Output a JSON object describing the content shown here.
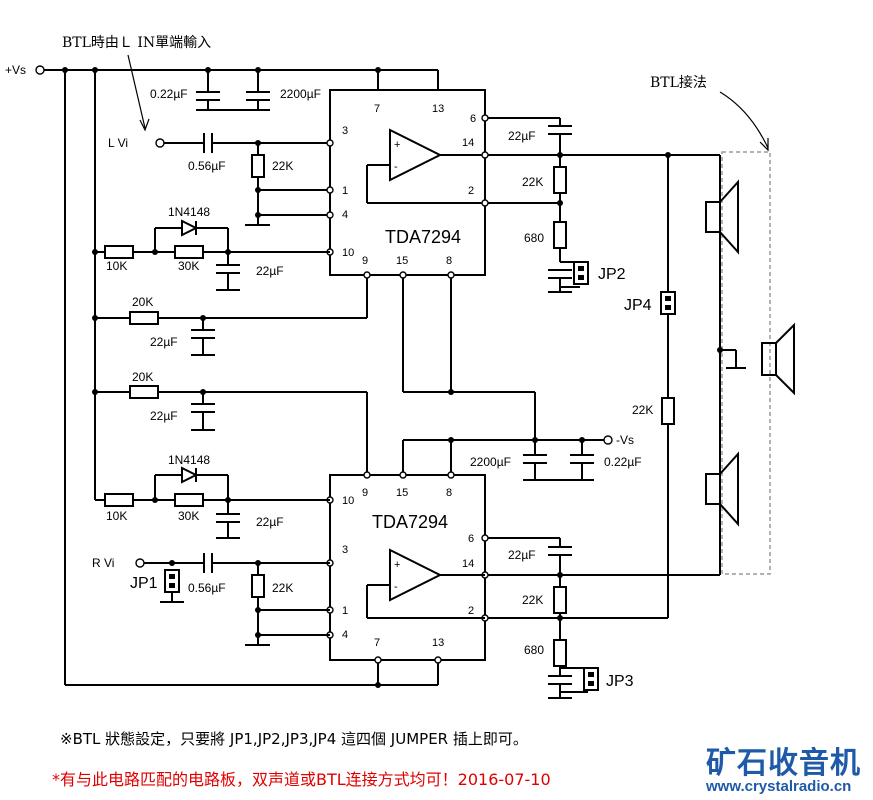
{
  "labels": {
    "vs_pos": "+Vs",
    "vs_neg": "-Vs",
    "btl_left_note": "BTL時由Ｌ IN單端輸入",
    "btl_method": "BTL接法",
    "l_vi": "L  Vi",
    "r_vi": "R  Vi",
    "chip_top": "TDA7294",
    "chip_bottom": "TDA7294",
    "c_022_top": "0.22µF",
    "c_2200_top": "2200µF",
    "c_056_top": "0.56µF",
    "r_22k_top_in": "22K",
    "diode_top": "1N4148",
    "r_10k_top": "10K",
    "r_30k_top": "30K",
    "c_22_top_fb": "22µF",
    "c_22_top_out": "22µF",
    "r_22k_top_out": "22K",
    "r_680_top": "680",
    "jp2": "JP2",
    "jp4": "JP4",
    "r_20k_a": "20K",
    "c_22_a": "22µF",
    "r_20k_b": "20K",
    "c_22_b": "22µF",
    "c_2200_bot": "2200µF",
    "c_022_bot": "0.22µF",
    "r_22k_mid": "22K",
    "diode_bot": "1N4148",
    "r_10k_bot": "10K",
    "r_30k_bot": "30K",
    "c_22_bot_fb": "22µF",
    "c_22_bot_out": "22µF",
    "jp1": "JP1",
    "c_056_bot": "0.56µF",
    "r_22k_bot_in": "22K",
    "r_22k_bot_out": "22K",
    "r_680_bot": "680",
    "jp3": "JP3"
  },
  "pins": {
    "top": [
      "7",
      "13",
      "6",
      "3",
      "14",
      "1",
      "2",
      "4",
      "10",
      "9",
      "15",
      "8"
    ],
    "bottom": [
      "9",
      "15",
      "8",
      "10",
      "6",
      "3",
      "14",
      "1",
      "2",
      "4",
      "7",
      "13"
    ]
  },
  "footer": {
    "note": "※BTL 狀態設定，只要將 JP1,JP2,JP3,JP4 這四個 JUMPER 插上即可。",
    "red": "*有与此电路匹配的电路板，双声道或BTL连接方式均可！2016-07-10"
  },
  "logo": {
    "name": "矿石收音机",
    "url": "www.crystalradio.cn"
  },
  "colors": {
    "wire": "#000000",
    "red_text": "#e00000",
    "logo_blue": "#1e5aa8",
    "dashed_box": "#9a9a9a"
  }
}
